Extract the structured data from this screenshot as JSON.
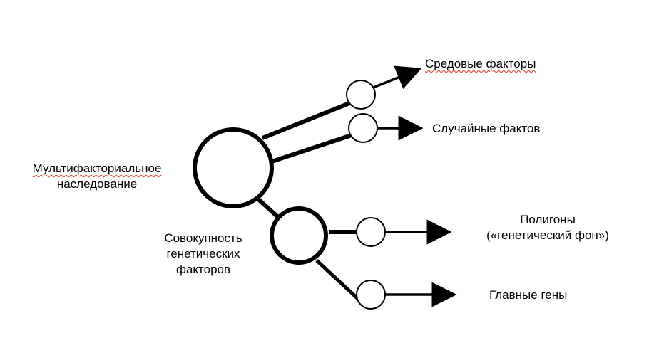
{
  "colors": {
    "stroke": "#000000",
    "background": "#ffffff",
    "spellcheck_underline": "#e0362c"
  },
  "labels": {
    "root_line1": "Мультифакториальное",
    "root_line2": "наследование",
    "genetic_line1": "Совокупность",
    "genetic_line2": "генетических",
    "genetic_line3": "факторов",
    "env_factors": "Средовые факторы",
    "random_factors": "Случайные фактов",
    "polygenes_line1": "Полигоны",
    "polygenes_line2": "(«генетический фон»)",
    "major_genes": "Главные гены"
  }
}
